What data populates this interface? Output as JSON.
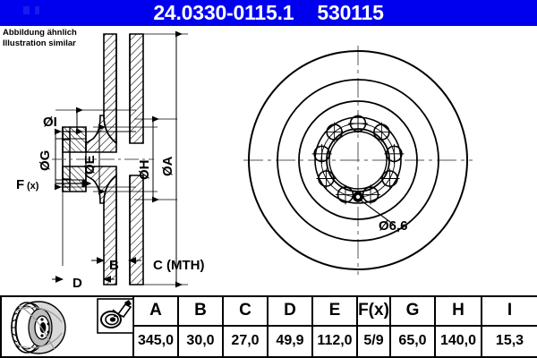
{
  "header": {
    "part_number": "24.0330-0115.1",
    "reference_number": "530115",
    "background_color": "#0000ee",
    "text_color": "#ffffff"
  },
  "notice": {
    "line_de": "Abbildung ähnlich",
    "line_en": "Illustration similar"
  },
  "drawing": {
    "section_view": {
      "labels": {
        "diameter_i": "ØI",
        "diameter_g": "ØG",
        "diameter_e": "ØE",
        "diameter_h": "ØH",
        "diameter_a": "ØA",
        "force_fx": "F(x)",
        "width_b": "B",
        "width_c": "C (MTH)",
        "width_d": "D"
      }
    },
    "face_view": {
      "hole_label": "Ø6,6",
      "bolt_hole_count": 9
    }
  },
  "table": {
    "columns": [
      "A",
      "B",
      "C",
      "D",
      "E",
      "F(x)",
      "G",
      "H",
      "I"
    ],
    "values": [
      "345,0",
      "30,0",
      "27,0",
      "49,9",
      "112,0",
      "5/9",
      "65,0",
      "140,0",
      "15,3"
    ],
    "icons": {
      "disc": "vented-brake-disc-icon",
      "coating": "coated-disc-spray-icon"
    }
  },
  "colors": {
    "accent": "#0000ee",
    "line": "#000000",
    "background": "#ffffff"
  }
}
